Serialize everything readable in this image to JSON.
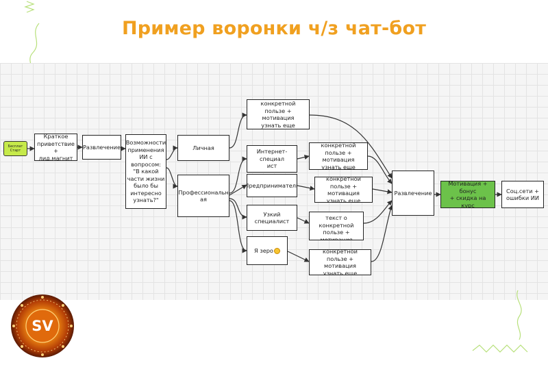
{
  "title": "Пример воронки ч/з чат-бот",
  "logo": {
    "text": "SV"
  },
  "diagram": {
    "start": "Бесплат\nСтарт",
    "greeting": "Краткое\nприветствие +\nлид.магнит",
    "entertainment_1": "Развлечение",
    "ai_question": "Возможности\nприменения\nИИ с\nвопросом:\n\"В какой\nчасти жизни\nбыло бы\nинтересно\nузнать?\"",
    "personal": "Личная",
    "professional": "Профессиональн\nая",
    "benefit_personal": "текст о конкретной\nпользе + мотивация\nузнать еще больше",
    "internet_specialist": "Интернет-специал\nист",
    "benefit_internet": "текст о конкретной\nпользе + мотивация\nузнать еще больше",
    "entrepreneur": "Предприниматель",
    "benefit_entrepreneur": "текст о конкретной\nпользе + мотивация\nузнать еще больше",
    "narrow_specialist": "Узкий специалист",
    "benefit_narrow": "текст о конкретной\nпользе +\nмотивация узнать\nеще больше",
    "zero": "Я зеро",
    "benefit_zero": "текст о конкретной\nпользе + мотивация\nузнать еще больше",
    "entertainment_2": "Развлечение",
    "motivation": "Мотивация + бонус\n+ скидка  на курс",
    "social": "Соц.сети +\nошибки ИИ"
  },
  "colors": {
    "title": "#f0a020",
    "start_fill": "#c6ea4a",
    "motivation_fill": "#6cc24a",
    "doodle": "#b7e07a"
  }
}
